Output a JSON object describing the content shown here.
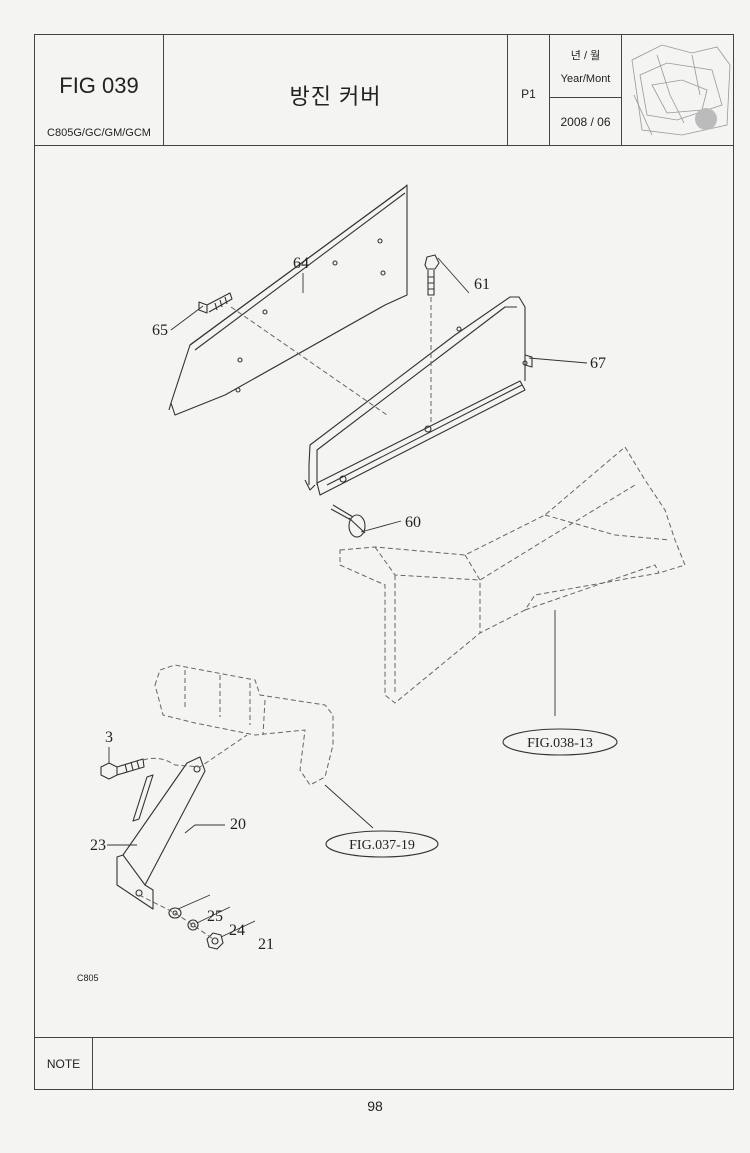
{
  "header": {
    "fig_number": "FIG 039",
    "model": "C805G/GC/GM/GCM",
    "title": "방진 커버",
    "page": "P1",
    "date_label_kr": "년 / 월",
    "date_label_en": "Year/Mont",
    "date_value": "2008 / 06"
  },
  "callouts": {
    "p64": "64",
    "p65": "65",
    "p61": "61",
    "p67": "67",
    "p60": "60",
    "p3": "3",
    "p20": "20",
    "p23": "23",
    "p25": "25",
    "p24": "24",
    "p21": "21"
  },
  "references": {
    "fig038": "FIG.038-13",
    "fig037": "FIG.037-19"
  },
  "drawing_code": "C805",
  "note_label": "NOTE",
  "page_number": "98"
}
